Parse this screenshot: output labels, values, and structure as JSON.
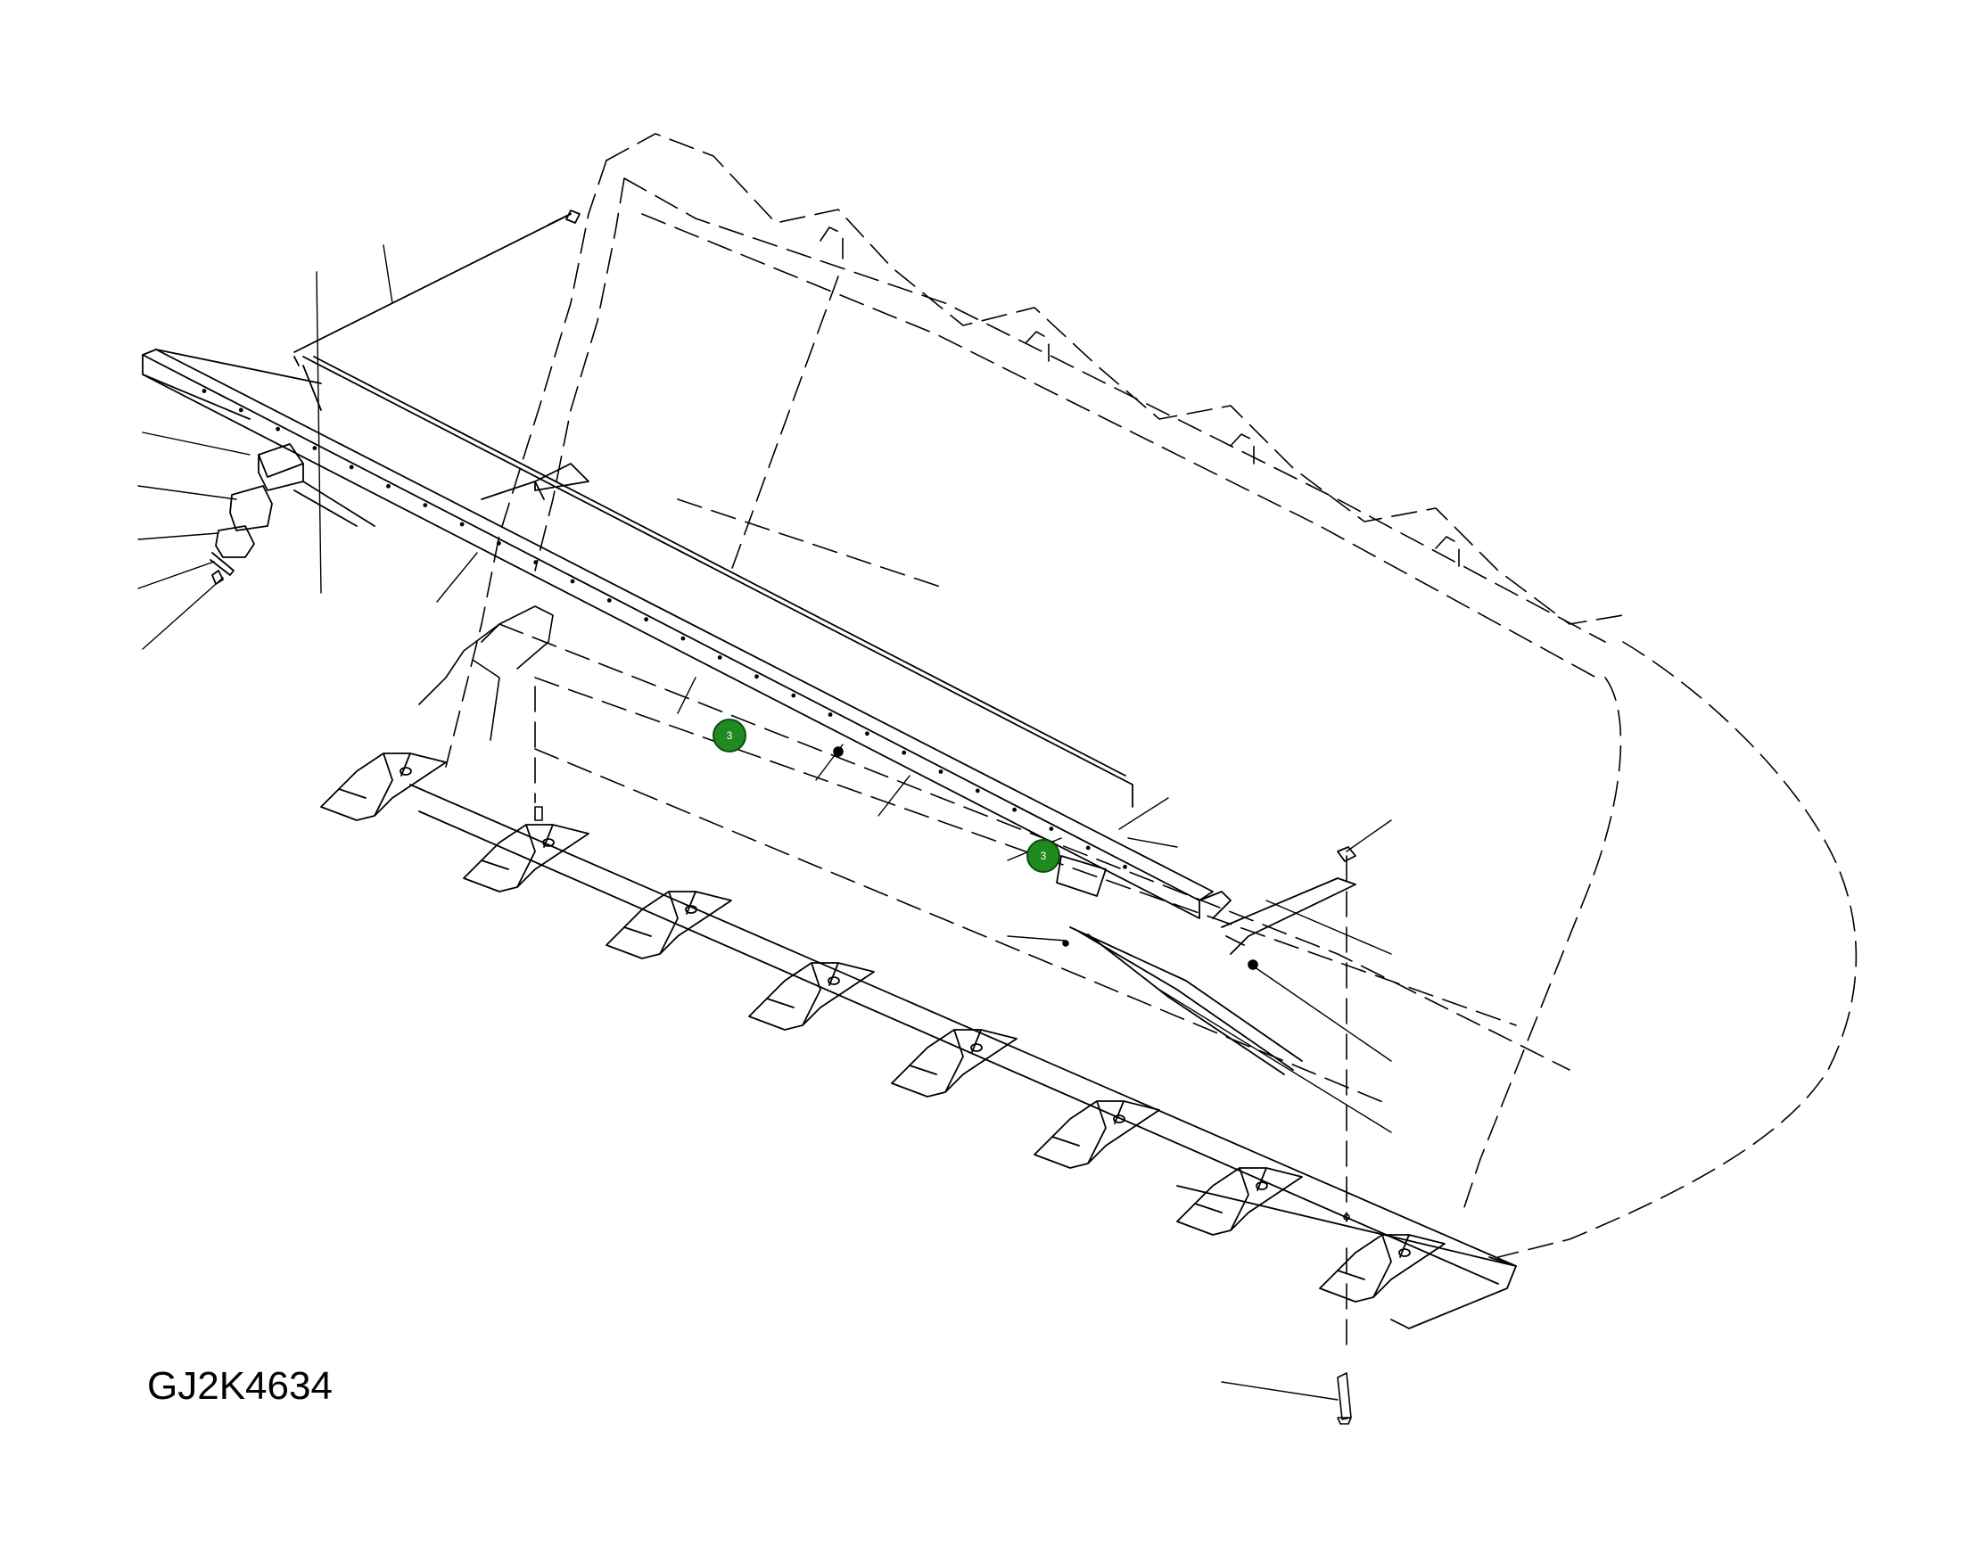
{
  "drawing": {
    "code": "GJ2K4634"
  },
  "callouts": [
    {
      "id": "callout-a",
      "label": "3"
    },
    {
      "id": "callout-b",
      "label": "3"
    }
  ],
  "colors": {
    "line": "#000000",
    "callout_fill": "#1f8a1f",
    "callout_stroke": "#0d4f0d"
  }
}
